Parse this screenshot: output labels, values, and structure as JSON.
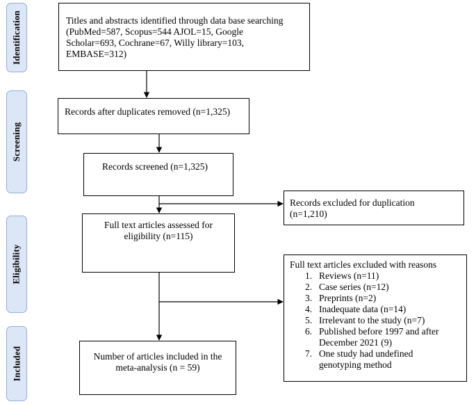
{
  "phases": {
    "identification": "Identification",
    "screening": "Screening",
    "eligibility": "Eligibility",
    "included": "Included"
  },
  "boxes": {
    "identified": [
      "Titles and abstracts identified through data base searching",
      "(PubMed=587, Scopus=544 AJOL=15, Google",
      "Scholar=693, Cochrane=67, Willy library=103,",
      "EMBASE=312)"
    ],
    "duplicates_removed": "Records after duplicates removed (n=1,325)",
    "screened": "Records screened (n=1,325)",
    "excluded_duplication": [
      "Records excluded for duplication",
      "(n=1,210)"
    ],
    "full_text_assessed": [
      "Full text articles assessed for",
      "eligibility (n=115)"
    ],
    "excluded_reasons": {
      "title": "Full text articles excluded with reasons",
      "items": [
        {
          "num": "1.",
          "text": "Reviews (n=11)"
        },
        {
          "num": "2.",
          "text": "Case series (n=12)"
        },
        {
          "num": "3.",
          "text": "Preprints (n=2)"
        },
        {
          "num": "4.",
          "text": "Inadequate data (n=14)"
        },
        {
          "num": "5.",
          "text": "Irrelevant to the study (n=7)"
        },
        {
          "num": "6.",
          "text": "Published before 1997 and after",
          "cont": "December 2021 (9)"
        },
        {
          "num": "7.",
          "text": "One study had undefined",
          "cont": "genotyping method"
        }
      ]
    },
    "included": [
      "Number of articles included in the",
      "meta-analysis (n = 59)"
    ]
  }
}
